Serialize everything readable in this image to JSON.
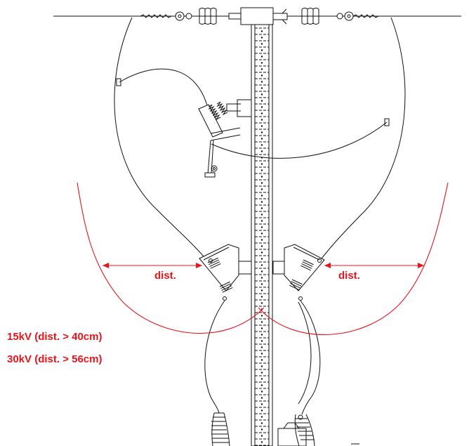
{
  "labels": {
    "dist_left": "dist.",
    "dist_right": "dist.",
    "rule_15kv": "15kV (dist. > 40cm)",
    "rule_30kv": "30kV (dist. > 56cm)"
  },
  "colors": {
    "annotation": "#e8141b",
    "line": "#111111",
    "background": "#ffffff"
  }
}
